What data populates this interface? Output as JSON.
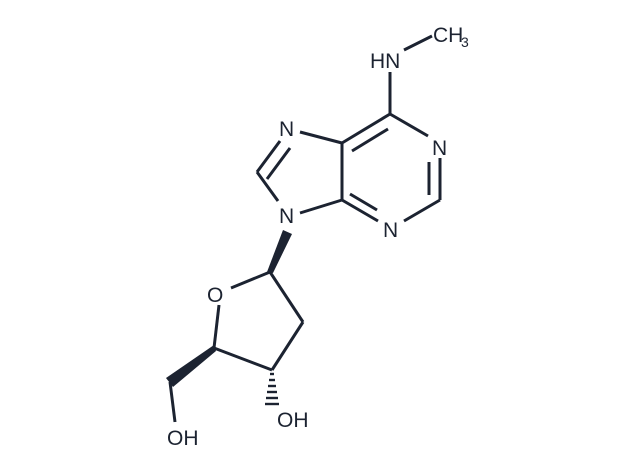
{
  "atoms": {
    "methyl": "CH",
    "methyl_subscript": "3",
    "amine": "HN",
    "n1": "N",
    "n3": "N",
    "n7": "N",
    "n9": "N",
    "ring_oxygen": "O",
    "hydroxyl_3": "OH",
    "hydroxyl_5": "OH"
  },
  "colors": {
    "bond": "#1c2331",
    "background": "#ffffff"
  }
}
